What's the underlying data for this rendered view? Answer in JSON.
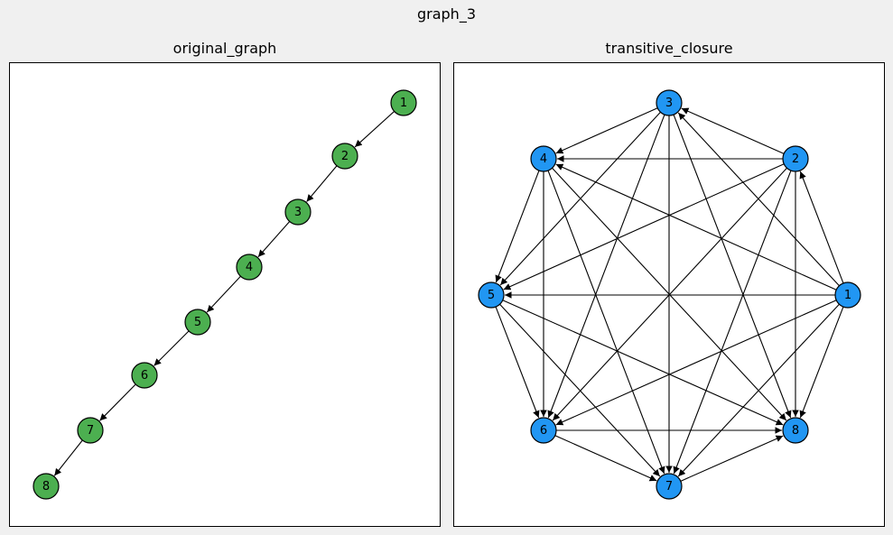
{
  "figure": {
    "title": "graph_3"
  },
  "left": {
    "title": "original_graph",
    "node_color": "#4caf50",
    "nodes": [
      "1",
      "2",
      "3",
      "4",
      "5",
      "6",
      "7",
      "8"
    ],
    "edges": [
      [
        "1",
        "2"
      ],
      [
        "2",
        "3"
      ],
      [
        "3",
        "4"
      ],
      [
        "4",
        "5"
      ],
      [
        "5",
        "6"
      ],
      [
        "6",
        "7"
      ],
      [
        "7",
        "8"
      ]
    ]
  },
  "right": {
    "title": "transitive_closure",
    "node_color": "#2196f3",
    "nodes": [
      "1",
      "2",
      "3",
      "4",
      "5",
      "6",
      "7",
      "8"
    ],
    "edges": [
      [
        "1",
        "2"
      ],
      [
        "1",
        "3"
      ],
      [
        "1",
        "4"
      ],
      [
        "1",
        "5"
      ],
      [
        "1",
        "6"
      ],
      [
        "1",
        "7"
      ],
      [
        "1",
        "8"
      ],
      [
        "2",
        "3"
      ],
      [
        "2",
        "4"
      ],
      [
        "2",
        "5"
      ],
      [
        "2",
        "6"
      ],
      [
        "2",
        "7"
      ],
      [
        "2",
        "8"
      ],
      [
        "3",
        "4"
      ],
      [
        "3",
        "5"
      ],
      [
        "3",
        "6"
      ],
      [
        "3",
        "7"
      ],
      [
        "3",
        "8"
      ],
      [
        "4",
        "5"
      ],
      [
        "4",
        "6"
      ],
      [
        "4",
        "7"
      ],
      [
        "4",
        "8"
      ],
      [
        "5",
        "6"
      ],
      [
        "5",
        "7"
      ],
      [
        "5",
        "8"
      ],
      [
        "6",
        "7"
      ],
      [
        "6",
        "8"
      ],
      [
        "7",
        "8"
      ]
    ]
  }
}
